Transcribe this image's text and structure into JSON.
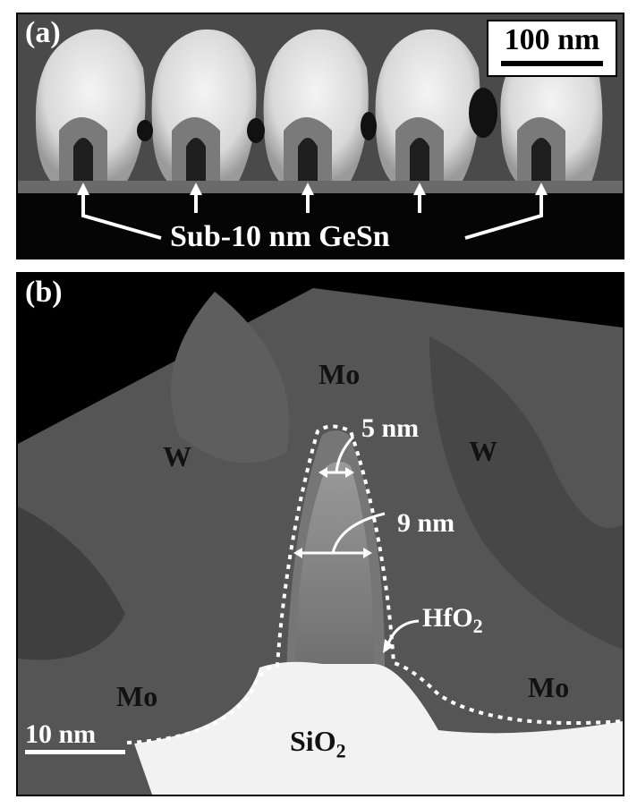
{
  "panel_a": {
    "label": "(a)",
    "scale_bar": "100 nm",
    "annotation": "Sub-10 nm GeSn"
  },
  "panel_b": {
    "label": "(b)",
    "mo_top": "Mo",
    "w_left": "W",
    "w_right": "W",
    "mo_left": "Mo",
    "mo_right": "Mo",
    "dim_top": "5 nm",
    "dim_mid": "9 nm",
    "hfo2_base": "HfO",
    "hfo2_sub": "2",
    "sio2_base": "SiO",
    "sio2_sub": "2",
    "scale_bar": "10 nm"
  }
}
